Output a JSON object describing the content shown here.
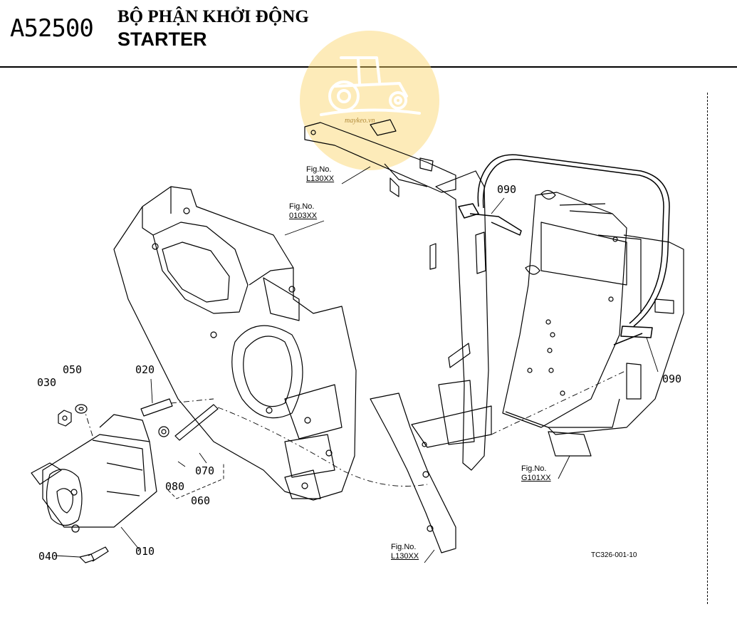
{
  "header": {
    "code": "A52500",
    "title_vn": "BỘ PHẬN KHỞI ĐỘNG",
    "title_en": "STARTER"
  },
  "watermark": {
    "text": "maykeo.vn",
    "color": "#f7cf6a"
  },
  "part_labels": {
    "p010": "010",
    "p020": "020",
    "p030": "030",
    "p040": "040",
    "p050": "050",
    "p060": "060",
    "p070": "070",
    "p080": "080",
    "p090_top": "090",
    "p090_right": "090"
  },
  "figure_refs": {
    "top": {
      "fig": "Fig.No.",
      "num": "L130XX"
    },
    "housing": {
      "fig": "Fig.No.",
      "num": "0103XX"
    },
    "bottom": {
      "fig": "Fig.No.",
      "num": "L130XX"
    },
    "right": {
      "fig": "Fig.No.",
      "num": "G101XX"
    }
  },
  "drawing_code": "TC326-001-10"
}
